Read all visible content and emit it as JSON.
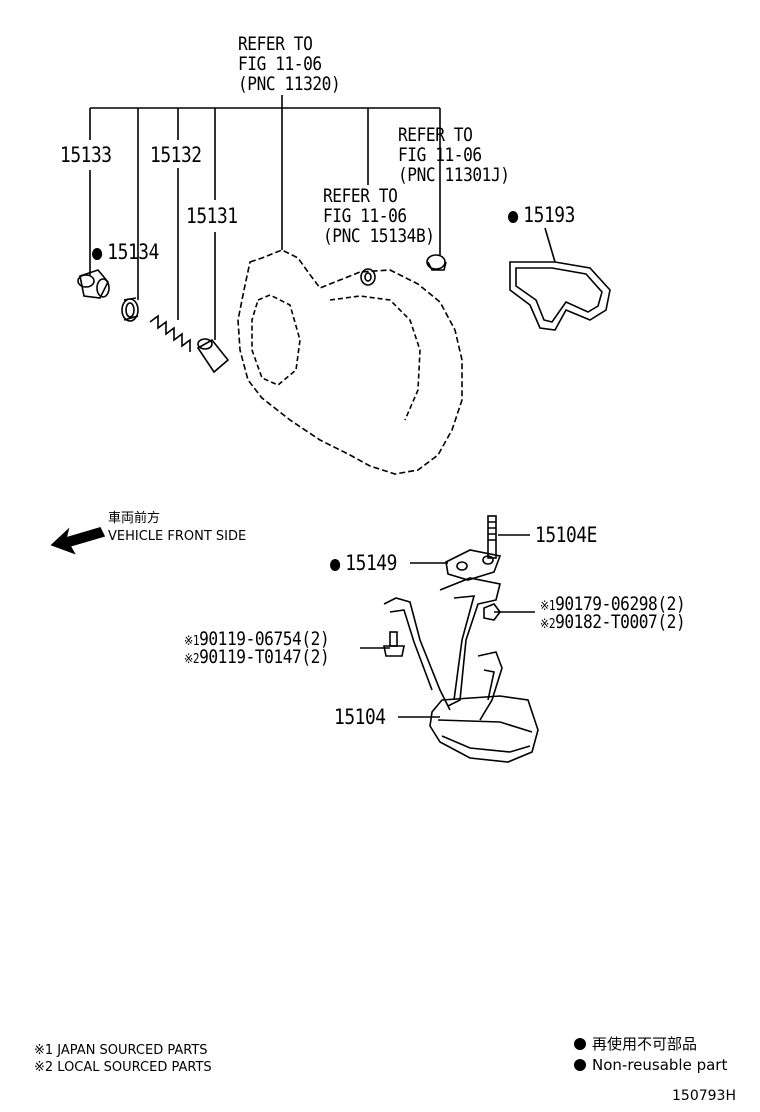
{
  "references": {
    "ref1": {
      "line1": "REFER TO",
      "line2": "FIG 11-06",
      "line3": "(PNC 11320)"
    },
    "ref2": {
      "line1": "REFER TO",
      "line2": "FIG 11-06",
      "line3": "(PNC 11301J)"
    },
    "ref3": {
      "line1": "REFER TO",
      "line2": "FIG 11-06",
      "line3": "(PNC 15134B)"
    }
  },
  "parts": {
    "p15133": "15133",
    "p15132": "15132",
    "p15131": "15131",
    "p15134": "15134",
    "p15193": "15193",
    "p15104E": "15104E",
    "p15149": "15149",
    "p15104": "15104",
    "bolt1": "90119-06754(2)",
    "bolt2": "90119-T0147(2)",
    "nut1": "90179-06298(2)",
    "nut2": "90182-T0007(2)"
  },
  "marks": {
    "star1": "※1",
    "star2": "※2"
  },
  "direction": {
    "jp": "車両前方",
    "en": "VEHICLE FRONT SIDE"
  },
  "footnotes": {
    "f1": "※1 JAPAN SOURCED PARTS",
    "f2": "※2 LOCAL SOURCED PARTS"
  },
  "legend": {
    "jp": "再使用不可部品",
    "en": "Non-reusable part"
  },
  "diagram_id": "150793H"
}
